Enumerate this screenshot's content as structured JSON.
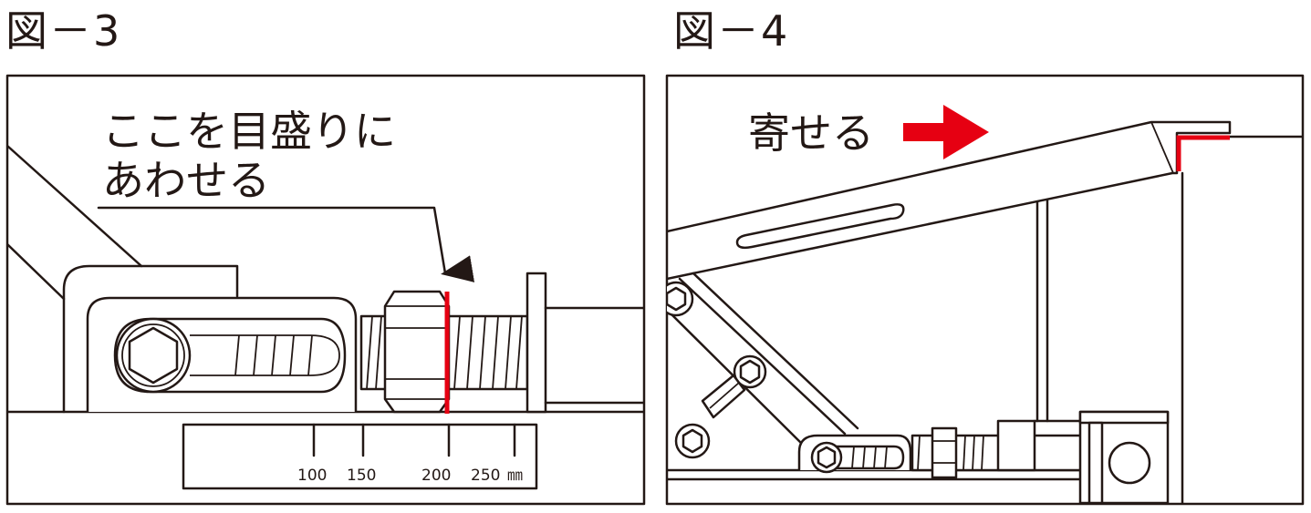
{
  "figure3": {
    "title": "図－3",
    "callout_line1": "ここを目盛りに",
    "callout_line2": "あわせる",
    "scale_labels": [
      "100",
      "150",
      "200",
      "250"
    ],
    "scale_unit": "㎜"
  },
  "figure4": {
    "title": "図－4",
    "callout": "寄せる"
  },
  "colors": {
    "line": "#231815",
    "accent": "#e60012",
    "background": "#ffffff"
  }
}
